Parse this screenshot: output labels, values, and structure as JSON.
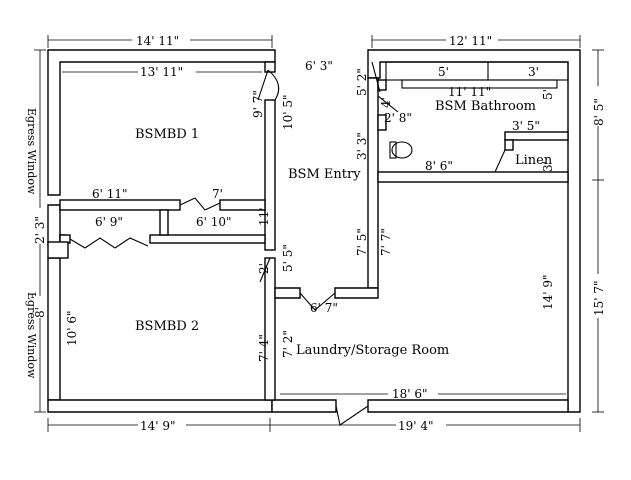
{
  "rooms": {
    "bedroom1": "BSMBD 1",
    "bedroom2": "BSMBD 2",
    "entry": "BSM Entry",
    "bathroom": "BSM Bathroom",
    "linen": "Linen",
    "laundry": "Laundry/Storage Room"
  },
  "windows": {
    "egress_top": "Egress Window",
    "egress_bottom": "Egress Window"
  },
  "dimensions": {
    "top_left_width": "14' 11\"",
    "top_right_width": "12' 11\"",
    "bd1_inner_width": "13' 11\"",
    "entry_top": "6' 3\"",
    "bath_5ft": "5'",
    "bath_3ft": "3'",
    "bath_11_11": "11' 11\"",
    "bath_5_2": "5' 2\"",
    "bath_4": "4'",
    "bath_2_8": "2' 8\"",
    "bath_3_3": "3' 3\"",
    "bath_8_6": "8' 6\"",
    "bath_3_5": "3' 5\"",
    "bath_right_5": "5'",
    "linen_3": "3'",
    "right_8_5": "8' 5\"",
    "entry_10_5": "10' 5\"",
    "bd1_9_7": "9' 7\"",
    "hall_6_11": "6' 11\"",
    "hall_7": "7'",
    "hall_6_9": "6' 9\"",
    "hall_6_10": "6' 10\"",
    "hall_11": "11'",
    "left_2_3": "2' 3\"",
    "entry_7_5": "7' 5\"",
    "laundry_7_7": "7' 7\"",
    "laundry_14_9": "14' 9\"",
    "right_15_7": "15' 7\"",
    "entry_5_5": "5' 5\"",
    "entry_2": "2'",
    "bd2_10_6": "10' 6\"",
    "left_8": "8'",
    "entry_6_7": "6' 7\"",
    "bd2_7_4": "7' 4\"",
    "laundry_7_2": "7' 2\"",
    "laundry_18_6": "18' 6\"",
    "bottom_left": "14' 9\"",
    "bottom_right": "19' 4\""
  }
}
